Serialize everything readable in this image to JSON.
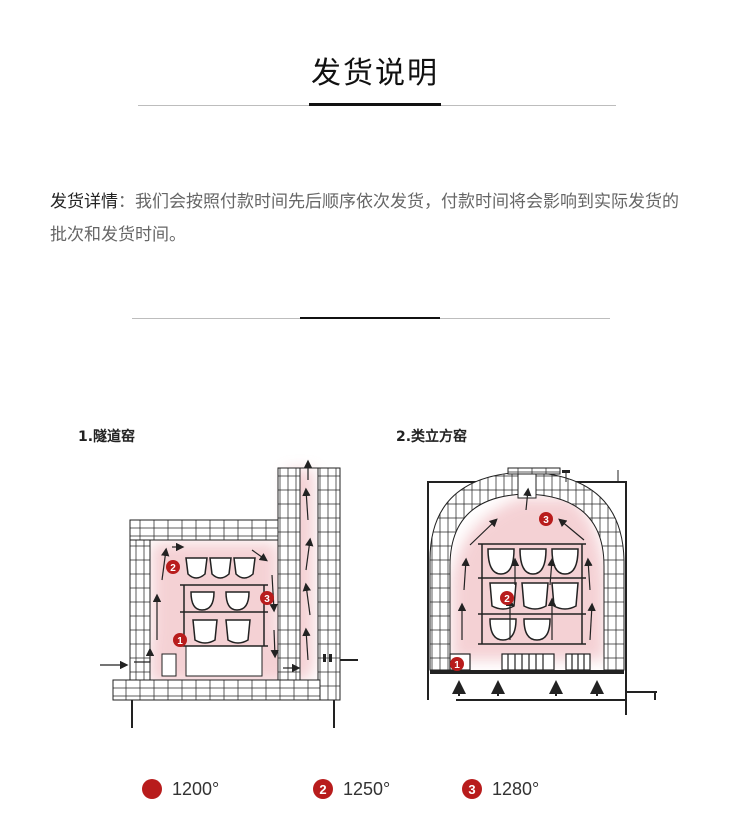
{
  "page": {
    "title": "发货说明",
    "details_label": "发货详情",
    "details_text": "：我们会按照付款时间先后顺序依次发货，付款时间将会影响到实际发货的批次和发货时间。"
  },
  "diagrams": [
    {
      "label": "1.隧道窑"
    },
    {
      "label": "2.类立方窑"
    }
  ],
  "legend": [
    {
      "marker": "",
      "value": "1200°"
    },
    {
      "marker": "2",
      "value": "1250°"
    },
    {
      "marker": "3",
      "value": "1280°"
    }
  ],
  "markers": [
    "1",
    "2",
    "3"
  ],
  "colors": {
    "accent": "#b81c1c",
    "heat": "#f3c9cd",
    "line": "#222222"
  }
}
